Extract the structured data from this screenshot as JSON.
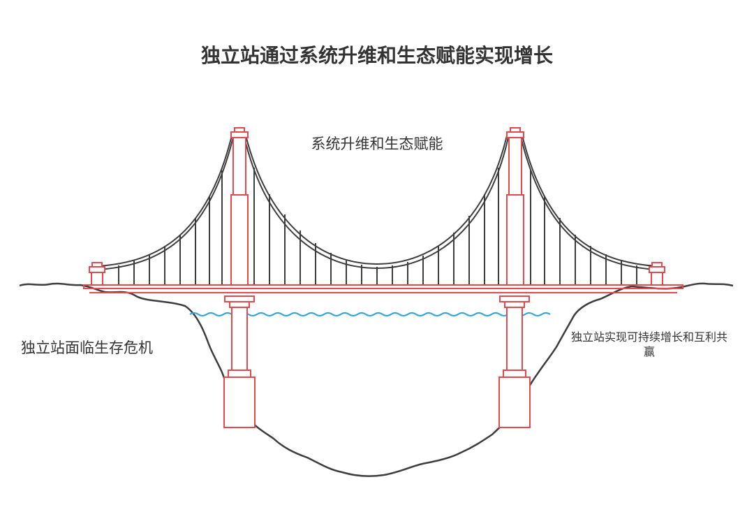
{
  "title": "独立站通过系统升维和生态赋能实现增长",
  "labels": {
    "middle": "系统升维和生态赋能",
    "left": "独立站面临生存危机",
    "right": "独立站实现可持续增长和互利共赢"
  },
  "colors": {
    "structure": "#e8474c",
    "cable": "#3d3d3d",
    "water": "#2ea3dc",
    "ground": "#3d3d3d",
    "text": "#333333"
  }
}
